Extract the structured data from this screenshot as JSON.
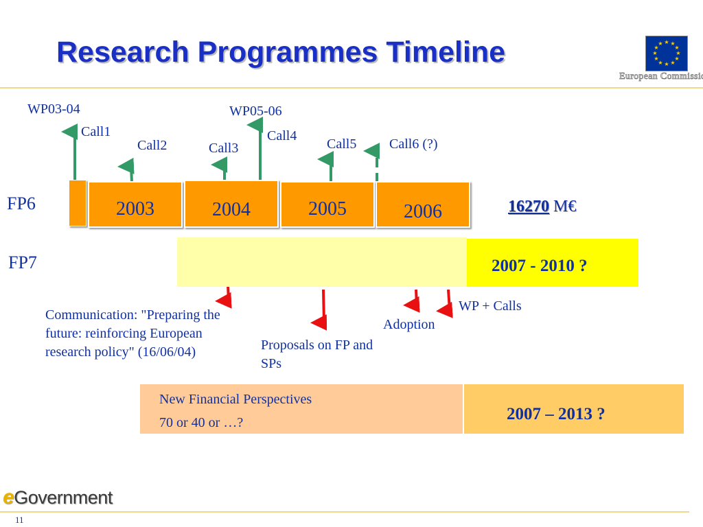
{
  "title": "Research Programmes Timeline",
  "eu_logo_text": "European Commission",
  "fp6": {
    "label": "FP6",
    "years": [
      "2003",
      "2004",
      "2005",
      "2006"
    ],
    "budget_value": "16270",
    "budget_unit": " M€"
  },
  "calls": {
    "wp0304": "WP03-04",
    "wp0506": "WP05-06",
    "call1": "Call1",
    "call2": "Call2",
    "call3": "Call3",
    "call4": "Call4",
    "call5": "Call5",
    "call6": "Call6 (?)"
  },
  "fp7": {
    "label": "FP7",
    "period": "2007 - 2010 ?",
    "communication": "Communication: \"Preparing the future: reinforcing European research policy\" (16/06/04)",
    "proposals": "Proposals on FP and SPs",
    "adoption": "Adoption",
    "wp_calls": "WP + Calls"
  },
  "financial": {
    "text_line1": "New Financial Perspectives",
    "text_line2": "70 or 40 or …?",
    "period": "2007 – 2013 ?"
  },
  "footer": {
    "logo_e": "e",
    "logo_rest": "Government",
    "page_number": "11"
  },
  "colors": {
    "title": "#1a2fc4",
    "text": "#1030a0",
    "orange": "#ff9900",
    "pale_yellow": "#ffffaa",
    "yellow": "#ffff00",
    "peach": "#ffcc99",
    "light_orange": "#ffcc66",
    "green_arrow": "#339966",
    "red_arrow": "#e81010",
    "rule": "#f0d88a"
  }
}
